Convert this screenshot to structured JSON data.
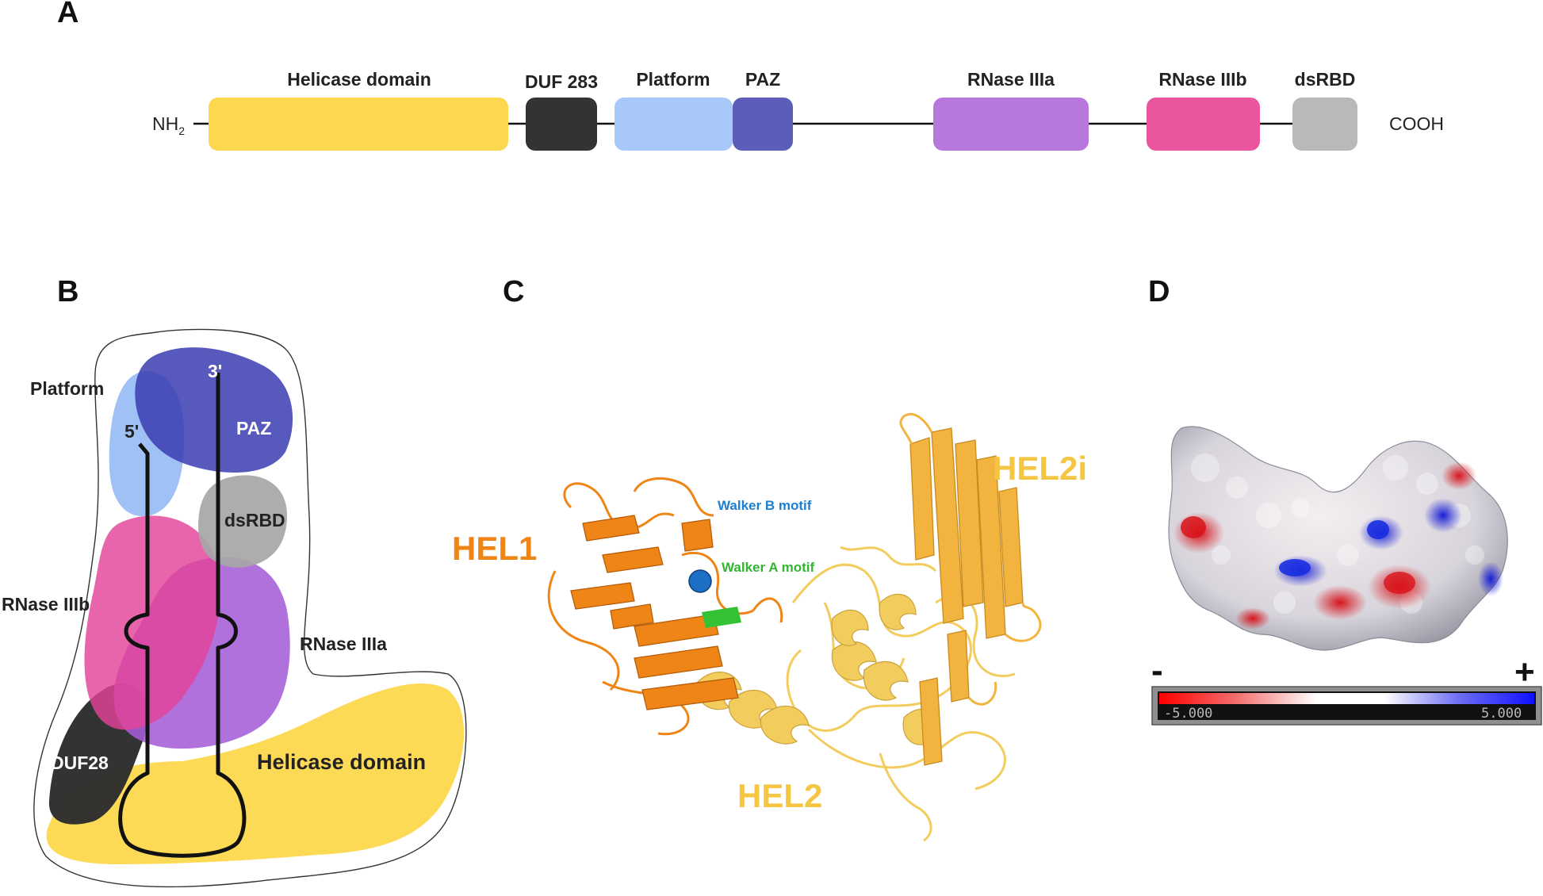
{
  "panels": {
    "a": "A",
    "b": "B",
    "c": "C",
    "d": "D"
  },
  "panel_a": {
    "n_terminus": "NH",
    "n_terminus_sub": "2",
    "c_terminus": "COOH",
    "domains": [
      {
        "label": "Helicase domain",
        "color": "#fcd84f"
      },
      {
        "label": "DUF 283",
        "color": "#333333"
      },
      {
        "label": "Platform",
        "color": "#a9c8fa"
      },
      {
        "label": "PAZ",
        "color": "#5c5db8"
      },
      {
        "label": "RNase IIIa",
        "color": "#b877dd"
      },
      {
        "label": "RNase IIIb",
        "color": "#ea559d"
      },
      {
        "label": "dsRBD",
        "color": "#b9b9b9"
      }
    ]
  },
  "panel_b": {
    "platform": "Platform",
    "paz": "PAZ",
    "dsrbd": "dsRBD",
    "rnase_iiib": "RNase IIIb",
    "rnase_iiia": "RNase IIIa",
    "duf": "DUF28",
    "helicase": "Helicase domain",
    "five_prime": "5'",
    "three_prime": "3'"
  },
  "panel_c": {
    "hel1": {
      "label": "HEL1",
      "color": "#ee8516"
    },
    "hel2": {
      "label": "HEL2",
      "color": "#f5c644"
    },
    "hel2i": {
      "label": "HEL2i",
      "color": "#f5c644"
    },
    "walker_b": {
      "label": "Walker B motif",
      "color": "#1c7fd0"
    },
    "walker_a": {
      "label": "Walker A  motif",
      "color": "#33b533"
    }
  },
  "panel_d": {
    "minus": "-",
    "plus": "+",
    "scale_min": "-5.000",
    "scale_max": "5.000",
    "negative_color": "#e8141b",
    "positive_color": "#1a2fe0"
  }
}
